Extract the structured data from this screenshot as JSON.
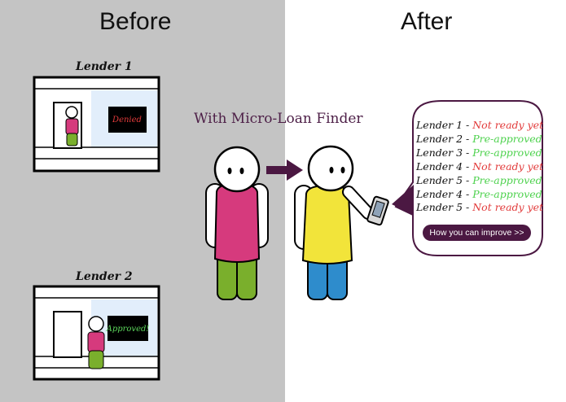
{
  "headings": {
    "before": "Before",
    "after": "After"
  },
  "tagline": "With Micro-Loan Finder",
  "before_panel": {
    "lender1": {
      "label": "Lender 1",
      "sign": "Denied"
    },
    "lender2": {
      "label": "Lender 2",
      "sign": "Approved!"
    }
  },
  "results": {
    "items": [
      {
        "lender": "Lender 1",
        "status": "Not ready yet",
        "color": "#e23b3b"
      },
      {
        "lender": "Lender 2",
        "status": "Pre-approved",
        "color": "#4ed24e"
      },
      {
        "lender": "Lender 3",
        "status": "Pre-approved",
        "color": "#4ed24e"
      },
      {
        "lender": "Lender 4",
        "status": "Not ready yet",
        "color": "#e23b3b"
      },
      {
        "lender": "Lender 5",
        "status": "Pre-approved",
        "color": "#4ed24e"
      },
      {
        "lender": "Lender 4",
        "status": "Pre-approved",
        "color": "#4ed24e"
      },
      {
        "lender": "Lender 5",
        "status": "Not ready yet",
        "color": "#e23b3b"
      }
    ],
    "button_label": "How you can improve >>"
  },
  "colors": {
    "before_background": "#c4c4c4",
    "accent_purple": "#4b1842",
    "shirt_magenta": "#d63a7d",
    "shirt_yellow": "#f2e43a",
    "pants_green": "#7aaf2c",
    "pants_blue": "#2e8ccc",
    "window_blue": "#e2eefb"
  },
  "icons": [
    "right-arrow-icon",
    "phone-icon"
  ]
}
